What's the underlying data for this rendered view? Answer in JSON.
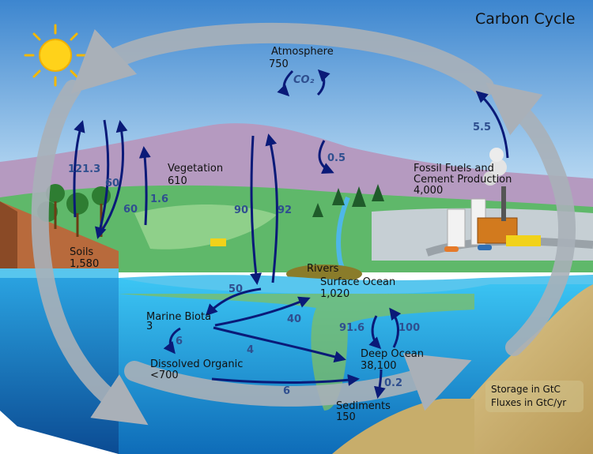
{
  "title": "Carbon Cycle",
  "reservoirs": {
    "atmosphere": {
      "name": "Atmosphere",
      "value": "750",
      "gas": "CO₂"
    },
    "vegetation": {
      "name": "Vegetation",
      "value": "610"
    },
    "soils": {
      "name": "Soils",
      "value": "1,580"
    },
    "fossil": {
      "name_line1": "Fossil Fuels and",
      "name_line2": "Cement Production",
      "value": "4,000"
    },
    "rivers": {
      "name": "Rivers"
    },
    "surface_ocean": {
      "name": "Surface Ocean",
      "value": "1,020"
    },
    "marine_biota": {
      "name": "Marine Biota",
      "value": "3"
    },
    "dissolved_organic": {
      "name": "Dissolved Organic",
      "value": "<700"
    },
    "deep_ocean": {
      "name": "Deep Ocean",
      "value": "38,100"
    },
    "sediments": {
      "name": "Sediments",
      "value": "150"
    }
  },
  "fluxes": {
    "soil_respiration": "121.3",
    "land_uptake": "60",
    "plant_respiration": "60",
    "land_use": "1.6",
    "ocean_uptake": "92",
    "ocean_release": "90",
    "land_sink": "0.5",
    "fossil_emissions": "5.5",
    "biota_to_surface": "50",
    "surface_to_biota": "40",
    "biota_to_dissolved": "6",
    "biota_to_deep": "4",
    "surface_to_deep": "91.6",
    "deep_to_surface": "100",
    "dissolved_to_deep": "6",
    "deep_to_sediments": "0.2"
  },
  "legend": {
    "line1": "Storage in GtC",
    "line2": "Fluxes in GtC/yr"
  },
  "colors": {
    "arrow": "#0a1a78",
    "flux_text": "#2f4f8f",
    "sky": "#6aa6dc",
    "ocean": "#1ea0e0"
  }
}
